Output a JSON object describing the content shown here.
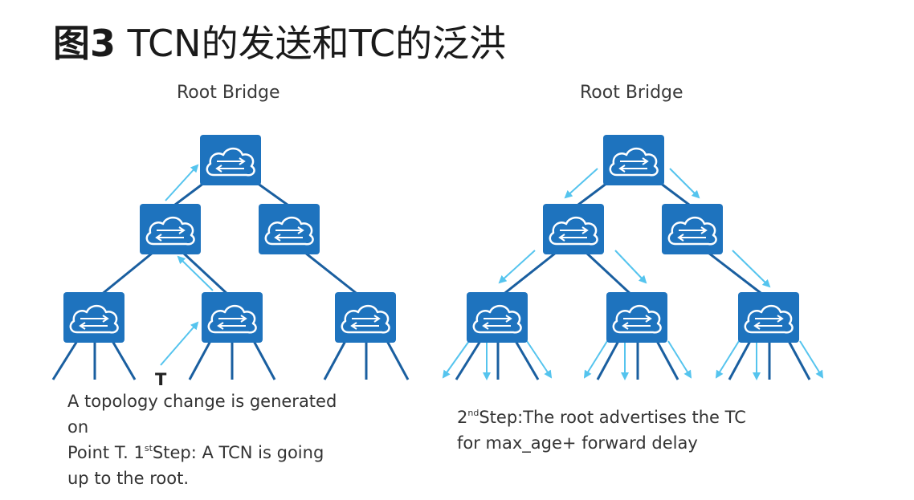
{
  "title": {
    "prefix": "图",
    "number": "3",
    "rest": " TCN的发送和TC的泛洪"
  },
  "left_panel": {
    "root_label": "Root Bridge",
    "t_marker": "T",
    "caption_line1": "A topology change is generated",
    "caption_line2": "on",
    "caption_line3_pre": "Point T. 1",
    "caption_line3_sup": "st",
    "caption_line3_post": "Step: A TCN is going",
    "caption_line4": "up to the root."
  },
  "right_panel": {
    "root_label": "Root Bridge",
    "caption_line1_pre": "2",
    "caption_line1_sup": "nd",
    "caption_line1_post": "Step:The root advertises the TC",
    "caption_line2": "for max_age+ forward delay"
  },
  "colors": {
    "switch_fill": "#1e73be",
    "switch_cloud": "#ffffff",
    "link": "#1a5fa0",
    "arrow": "#55c4ee"
  }
}
